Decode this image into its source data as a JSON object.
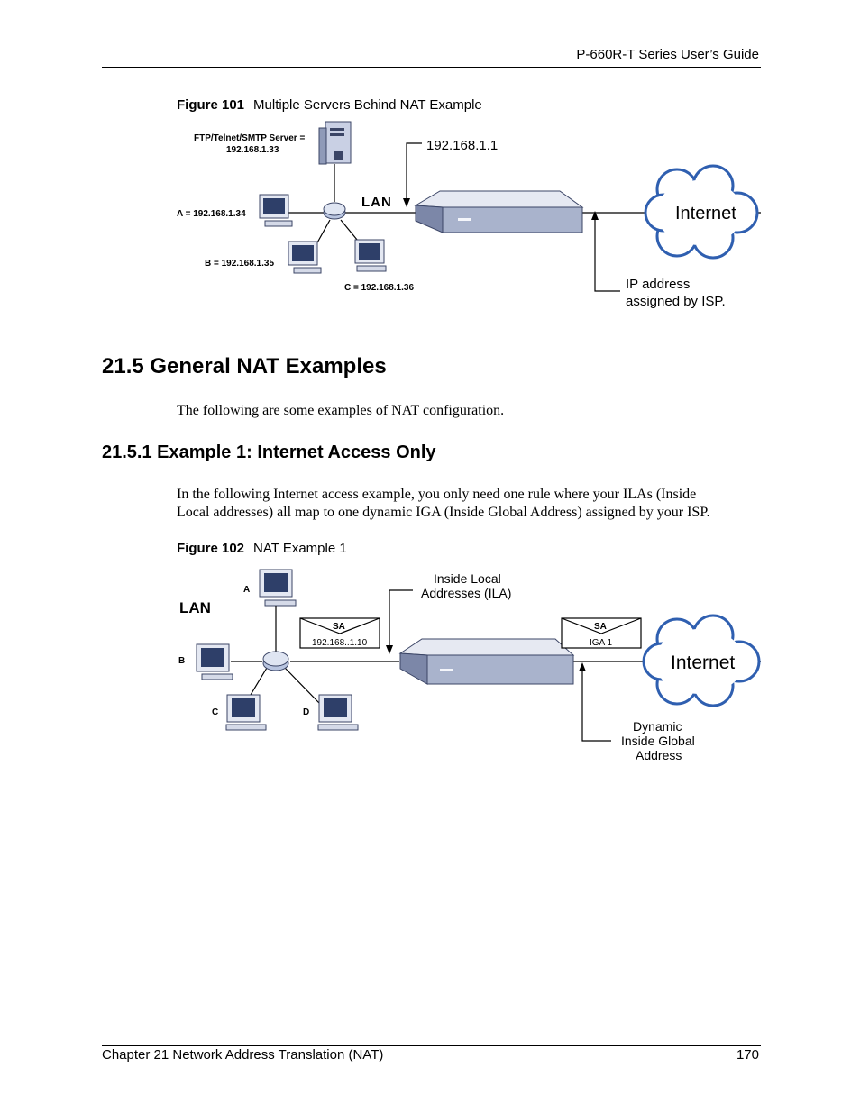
{
  "header": {
    "guide_title": "P-660R-T Series User’s Guide"
  },
  "figure101": {
    "label": "Figure 101",
    "title": "Multiple Servers Behind NAT Example",
    "server_label_1": "FTP/Telnet/SMTP Server =",
    "server_label_2": "192.168.1.33",
    "router_ip": "192.168.1.1",
    "lan_label": "LAN",
    "pc_a": "A = 192.168.1.34",
    "pc_b": "B = 192.168.1.35",
    "pc_c": "C = 192.168.1.36",
    "internet_label": "Internet",
    "isp_label_1": "IP address",
    "isp_label_2": "assigned by ISP."
  },
  "section": {
    "heading": "21.5  General NAT Examples",
    "intro": "The following are some examples of NAT configuration."
  },
  "subsection": {
    "heading": "21.5.1  Example 1: Internet Access Only",
    "para_line1": "In the following Internet access example, you only need one rule where your ILAs (Inside",
    "para_line2": "Local addresses) all map to one dynamic IGA (Inside Global Address) assigned by your ISP."
  },
  "figure102": {
    "label": "Figure 102",
    "title": "NAT Example 1",
    "lan_label": "LAN",
    "pc_a": "A",
    "pc_b": "B",
    "pc_c": "C",
    "pc_d": "D",
    "ila_label_1": "Inside Local",
    "ila_label_2": "Addresses (ILA)",
    "sa_left_top": "SA",
    "sa_left_bottom": "192.168..1.10",
    "sa_right_top": "SA",
    "sa_right_bottom": "IGA 1",
    "internet_label": "Internet",
    "dyn_label_1": "Dynamic",
    "dyn_label_2": "Inside Global",
    "dyn_label_3": "Address"
  },
  "footer": {
    "chapter": "Chapter 21 Network Address Translation (NAT)",
    "page_number": "170"
  }
}
